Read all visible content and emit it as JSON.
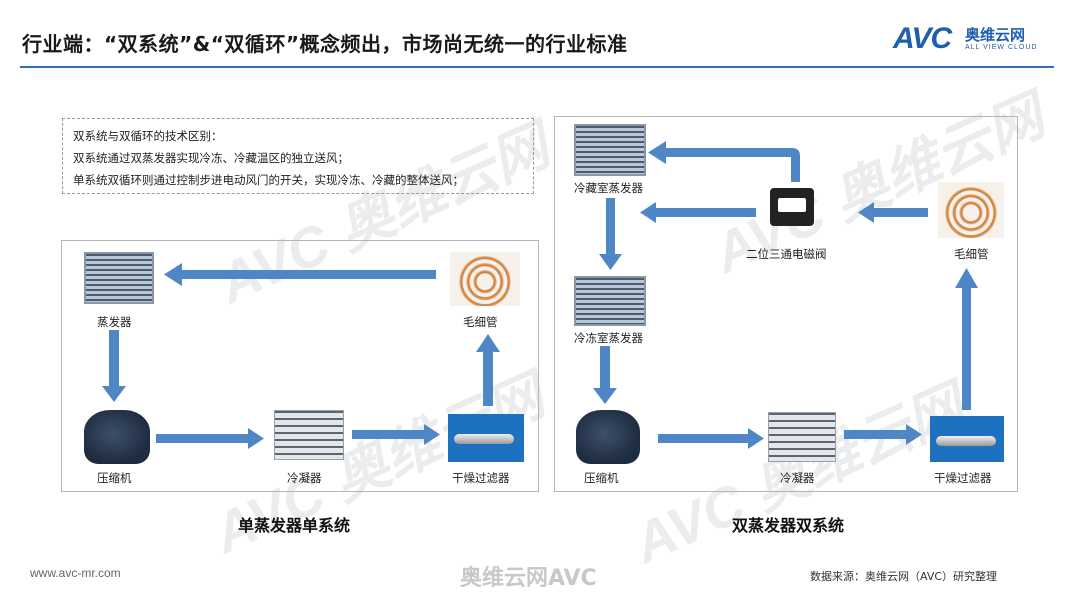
{
  "header": {
    "title": "行业端：“双系统”&“双循环”概念频出，市场尚无统一的行业标准",
    "logo": {
      "avc": "AVC",
      "cn": "奥维云网",
      "en": "ALL VIEW CLOUD"
    }
  },
  "note": {
    "lines": [
      "双系统与双循环的技术区别：",
      "双系统通过双蒸发器实现冷冻、冷藏温区的独立送风；",
      "单系统双循环则通过控制步进电动风门的开关，实现冷冻、冷藏的整体送风；"
    ]
  },
  "single": {
    "caption": "单蒸发器单系统",
    "evaporator": "蒸发器",
    "capillary": "毛细管",
    "compressor": "压缩机",
    "condenser": "冷凝器",
    "filter": "干燥过滤器"
  },
  "dual": {
    "caption": "双蒸发器双系统",
    "fridge_evaporator": "冷藏室蒸发器",
    "freezer_evaporator": "冷冻室蒸发器",
    "valve": "二位三通电磁阀",
    "capillary": "毛细管",
    "compressor": "压缩机",
    "condenser": "冷凝器",
    "filter": "干燥过滤器"
  },
  "footer": {
    "website": "www.avc-mr.com",
    "source": "数据来源：奥维云网（AVC）研究整理",
    "mark": "奥维云网AVC"
  },
  "colors": {
    "brand": "#1f5fae",
    "arrow": "#4f86c6"
  }
}
